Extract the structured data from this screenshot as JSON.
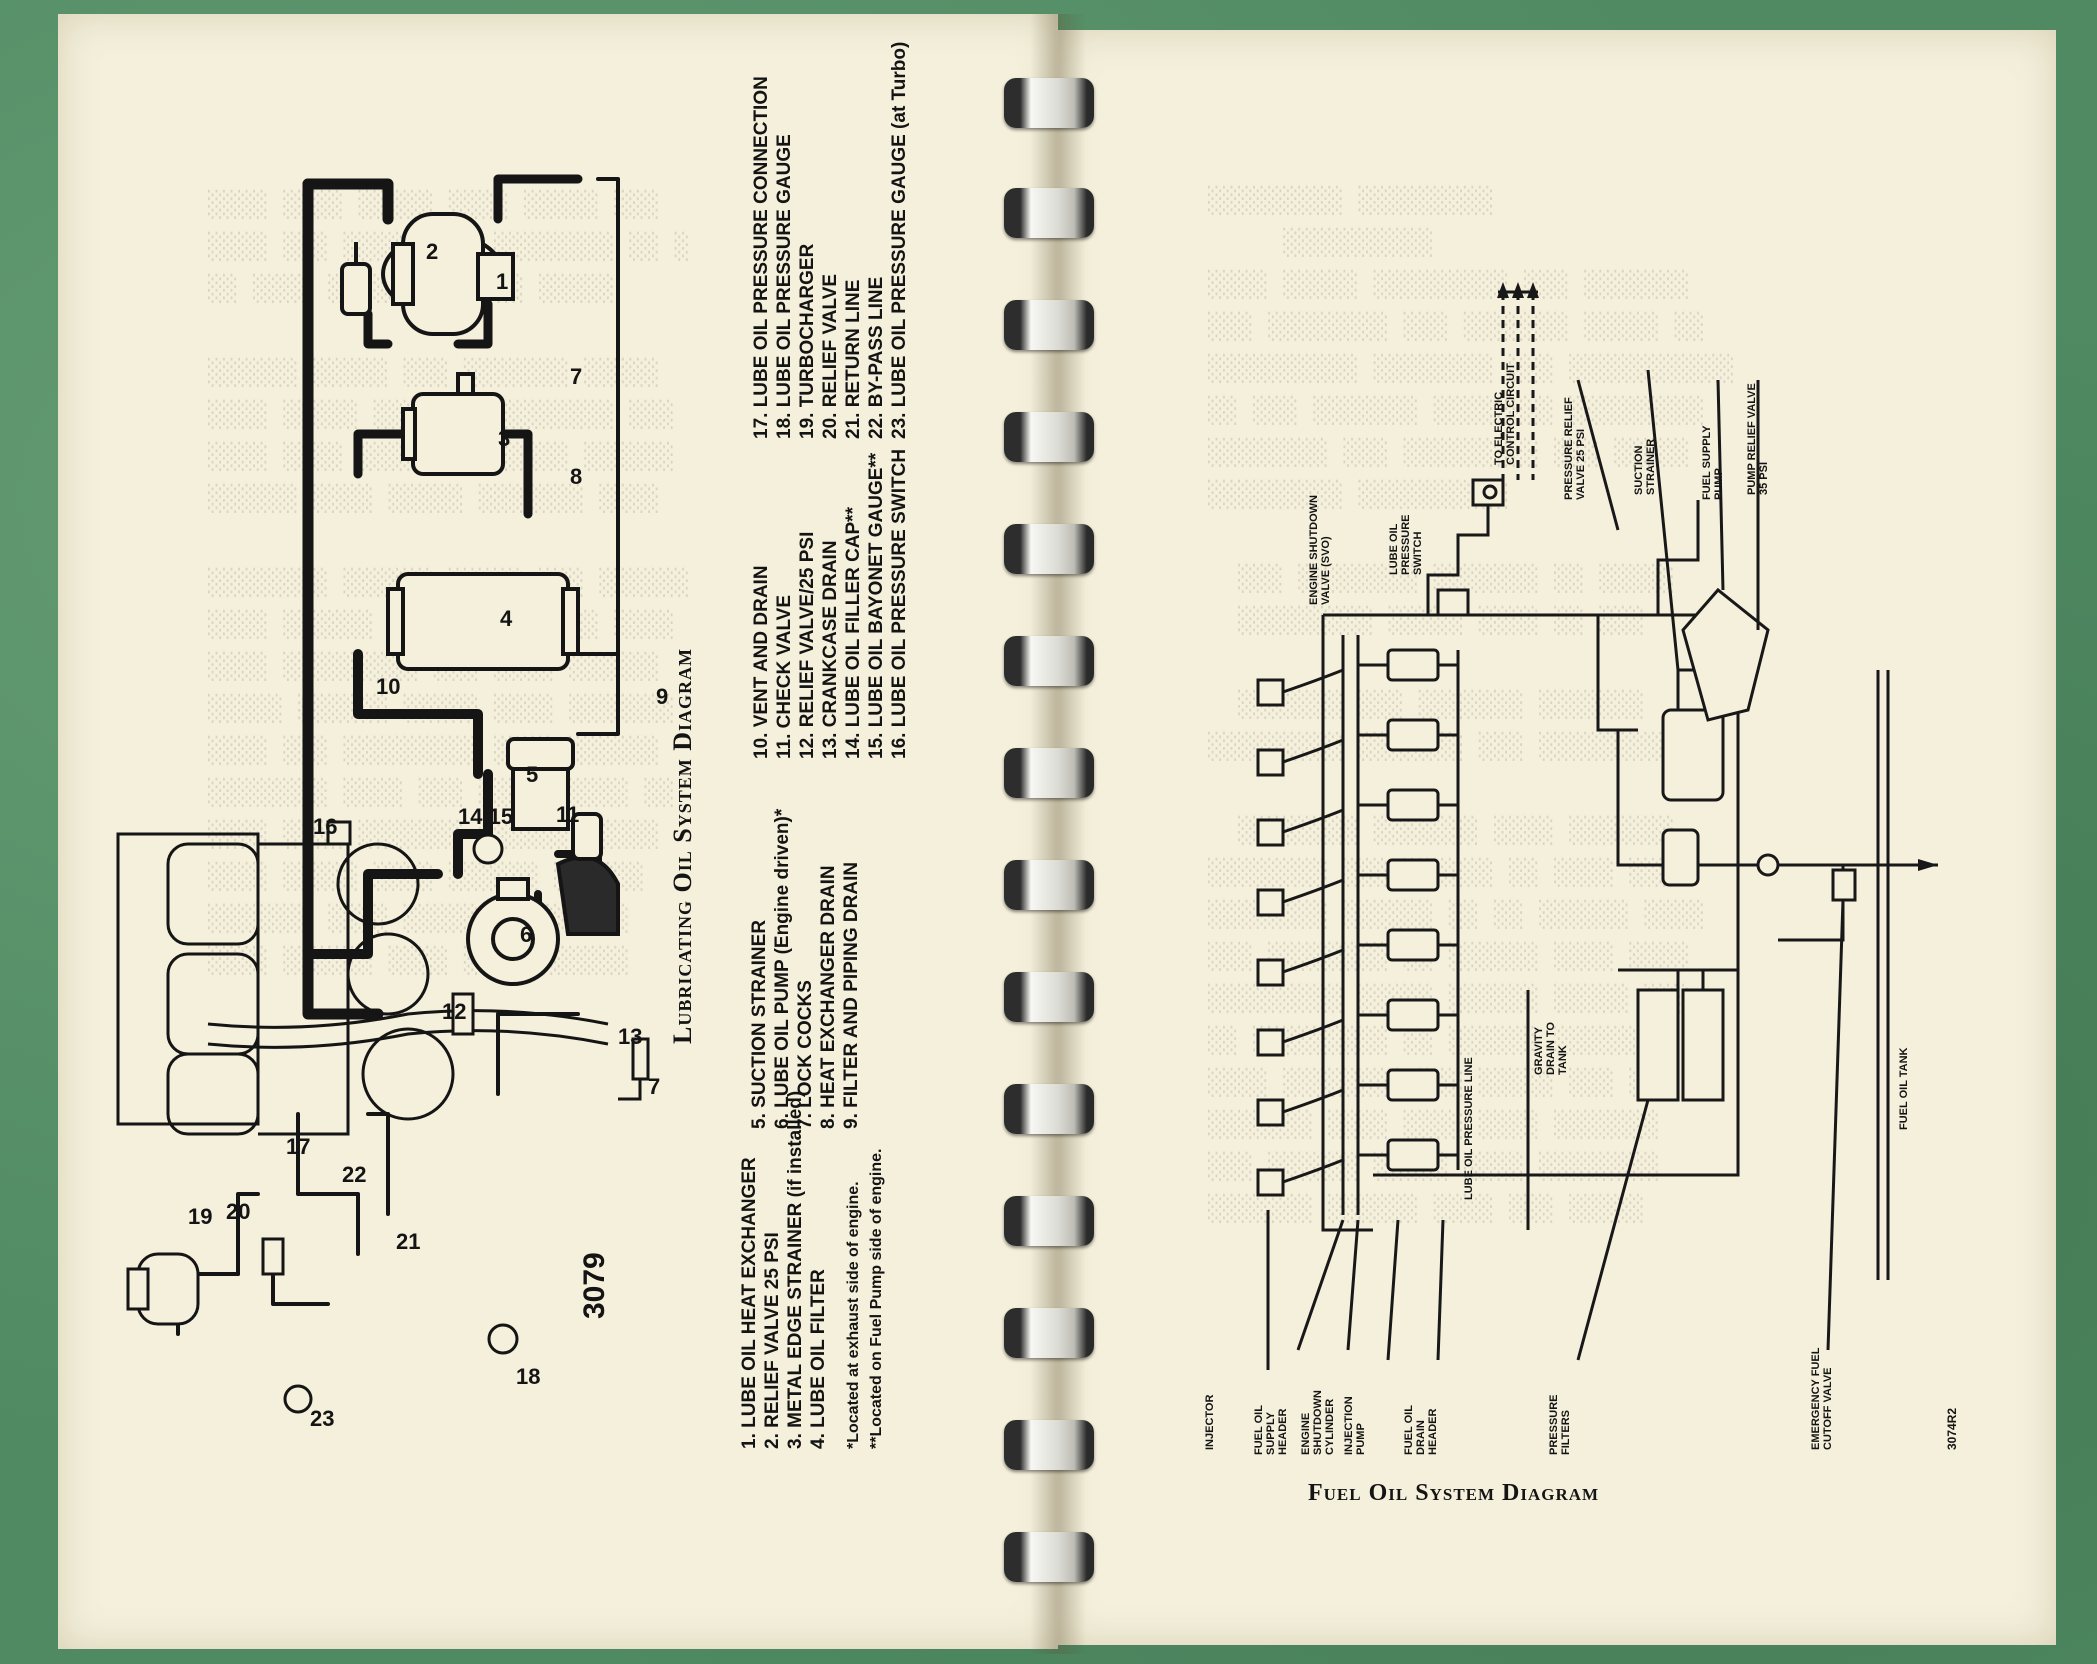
{
  "left_page": {
    "diagram_title": "Lubricating Oil System Diagram",
    "figure_number": "3079",
    "legend": [
      [
        "1.",
        "LUBE OIL HEAT EXCHANGER"
      ],
      [
        "2.",
        "RELIEF VALVE 25 PSI"
      ],
      [
        "3.",
        "METAL EDGE STRAINER (if installed)"
      ],
      [
        "4.",
        "LUBE OIL FILTER"
      ],
      [
        "5.",
        "SUCTION STRAINER"
      ],
      [
        "6.",
        "LUBE OIL PUMP (Engine driven)*"
      ],
      [
        "7.",
        "LOCK COCKS"
      ],
      [
        "8.",
        "HEAT EXCHANGER DRAIN"
      ],
      [
        "9.",
        "FILTER AND PIPING DRAIN"
      ],
      [
        "10.",
        "VENT AND DRAIN"
      ],
      [
        "11.",
        "CHECK VALVE"
      ],
      [
        "12.",
        "RELIEF VALVE/25 PSI"
      ],
      [
        "13.",
        "CRANKCASE DRAIN"
      ],
      [
        "14.",
        "LUBE OIL FILLER CAP**"
      ],
      [
        "15.",
        "LUBE OIL BAYONET GAUGE**"
      ],
      [
        "16.",
        "LUBE OIL PRESSURE SWITCH"
      ],
      [
        "17.",
        "LUBE OIL PRESSURE CONNECTION"
      ],
      [
        "18.",
        "LUBE OIL PRESSURE GAUGE"
      ],
      [
        "19.",
        "TURBOCHARGER"
      ],
      [
        "20.",
        "RELIEF VALVE"
      ],
      [
        "21.",
        "RETURN LINE"
      ],
      [
        "22.",
        "BY-PASS LINE"
      ],
      [
        "23.",
        "LUBE OIL PRESSURE GAUGE (at Turbo)"
      ]
    ],
    "footnotes": [
      "*Located at exhaust side of engine.",
      "**Located on Fuel Pump side of engine."
    ],
    "callouts": [
      "1",
      "2",
      "3",
      "4",
      "5",
      "6",
      "7",
      "7",
      "8",
      "9",
      "10",
      "11",
      "12",
      "13",
      "14,15",
      "16",
      "17",
      "18",
      "19",
      "20",
      "21",
      "22",
      "23"
    ]
  },
  "right_page": {
    "diagram_title": "Fuel Oil System Diagram",
    "figure_number": "3074R2",
    "labels": {
      "injector": "INJECTOR",
      "fuel_oil_supply_header": "FUEL OIL SUPPLY HEADER",
      "engine_shutdown_cylinder": "ENGINE SHUTDOWN CYLINDER",
      "injection_pump": "INJECTION PUMP",
      "fuel_oil_drain_header": "FUEL OIL DRAIN HEADER",
      "pressure_filters": "PRESSURE FILTERS",
      "emergency_fuel_cutoff_valve": "EMERGENCY FUEL CUTOFF VALVE",
      "fuel_oil_tank": "FUEL OIL TANK",
      "lube_oil_pressure_line": "LUBE OIL PRESSURE LINE",
      "gravity_drain_to_tank": "GRAVITY DRAIN TO TANK",
      "engine_shutdown_valve": "ENGINE SHUTDOWN VALVE (SVO)",
      "lube_oil_pressure_switch": "LUBE OIL PRESSURE SWITCH",
      "to_electric_control_circuit": "TO ELECTRIC CONTROL CIRCUIT",
      "pressure_relief_valve_25": "PRESSURE RELIEF VALVE 25 PSI",
      "suction_strainer": "SUCTION STRAINER",
      "fuel_supply_pump": "FUEL SUPPLY PUMP",
      "pump_relief_valve_35": "PUMP RELIEF VALVE 35 PSI"
    }
  },
  "colors": {
    "page_paper": "#f4f0dc",
    "cover_green": "#4f8a62",
    "ink": "#141414"
  }
}
